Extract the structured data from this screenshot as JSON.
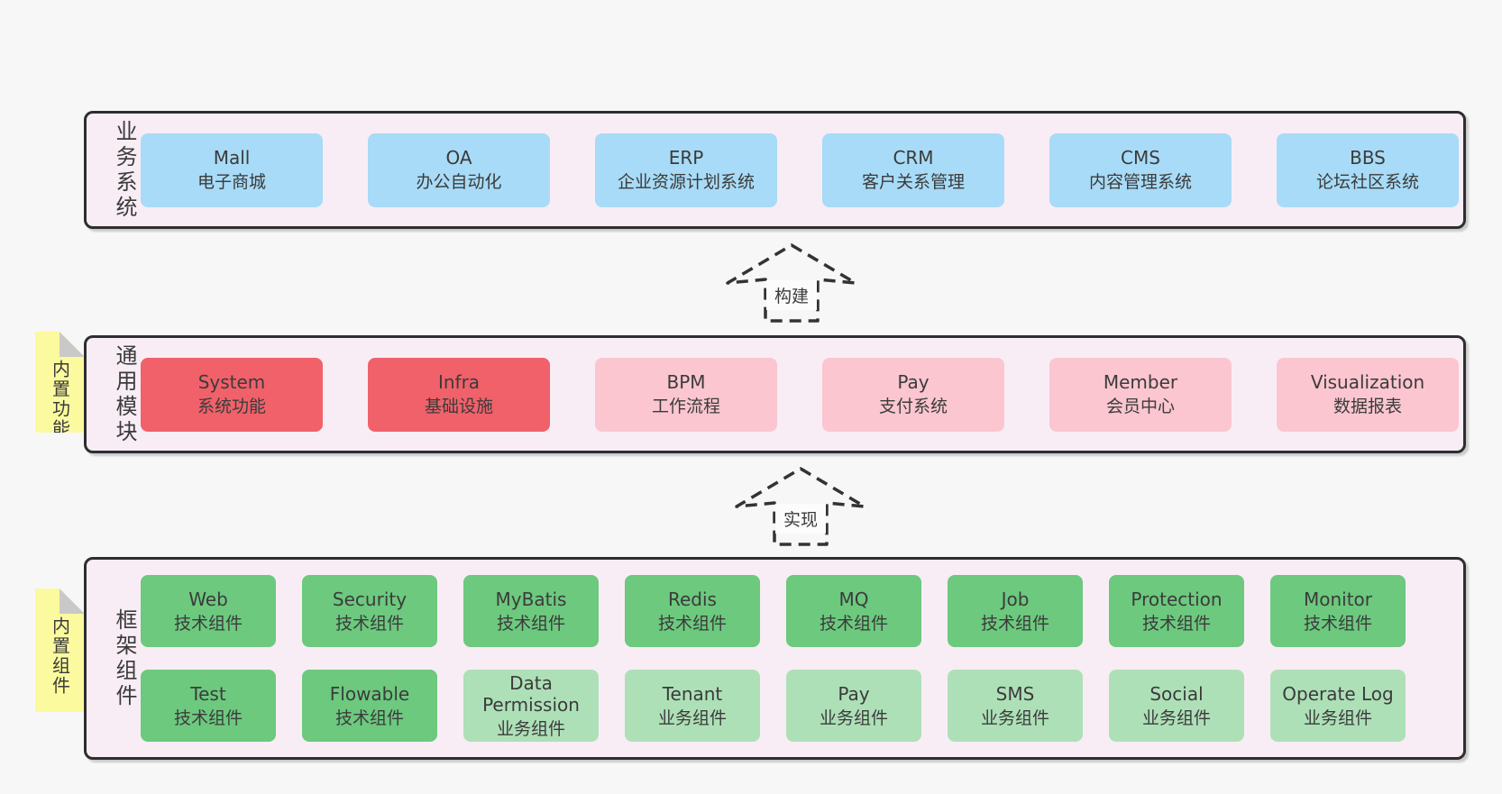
{
  "colors": {
    "bg": "#F7F7F7",
    "panel": "#F8EDF5",
    "border": "#2E2E2E",
    "text": "#3B3B3B",
    "blue": "#A8DBF7",
    "red": "#F0616A",
    "pink": "#FBC6D0",
    "green": "#6CC97E",
    "lightgreen": "#AEE0B8",
    "yellow": "#FBFA9E",
    "fold": "#C9C9C9",
    "arrow": "#333333"
  },
  "arrows": [
    {
      "label": "构建"
    },
    {
      "label": "实现"
    }
  ],
  "layers": {
    "business": {
      "label": "业务系统",
      "boxes": [
        {
          "en": "Mall",
          "zh": "电子商城",
          "variant": "blue"
        },
        {
          "en": "OA",
          "zh": "办公自动化",
          "variant": "blue"
        },
        {
          "en": "ERP",
          "zh": "企业资源计划系统",
          "variant": "blue"
        },
        {
          "en": "CRM",
          "zh": "客户关系管理",
          "variant": "blue"
        },
        {
          "en": "CMS",
          "zh": "内容管理系统",
          "variant": "blue"
        },
        {
          "en": "BBS",
          "zh": "论坛社区系统",
          "variant": "blue"
        }
      ]
    },
    "modules": {
      "label": "通用模块",
      "sticky": "内置功能",
      "boxes": [
        {
          "en": "System",
          "zh": "系统功能",
          "variant": "red"
        },
        {
          "en": "Infra",
          "zh": "基础设施",
          "variant": "red"
        },
        {
          "en": "BPM",
          "zh": "工作流程",
          "variant": "pink"
        },
        {
          "en": "Pay",
          "zh": "支付系统",
          "variant": "pink"
        },
        {
          "en": "Member",
          "zh": "会员中心",
          "variant": "pink"
        },
        {
          "en": "Visualization",
          "zh": "数据报表",
          "variant": "pink"
        }
      ]
    },
    "framework": {
      "label": "框架组件",
      "sticky": "内置组件",
      "row1": [
        {
          "en": "Web",
          "zh": "技术组件",
          "variant": "green"
        },
        {
          "en": "Security",
          "zh": "技术组件",
          "variant": "green"
        },
        {
          "en": "MyBatis",
          "zh": "技术组件",
          "variant": "green"
        },
        {
          "en": "Redis",
          "zh": "技术组件",
          "variant": "green"
        },
        {
          "en": "MQ",
          "zh": "技术组件",
          "variant": "green"
        },
        {
          "en": "Job",
          "zh": "技术组件",
          "variant": "green"
        },
        {
          "en": "Protection",
          "zh": "技术组件",
          "variant": "green"
        },
        {
          "en": "Monitor",
          "zh": "技术组件",
          "variant": "green"
        }
      ],
      "row2": [
        {
          "en": "Test",
          "zh": "技术组件",
          "variant": "green"
        },
        {
          "en": "Flowable",
          "zh": "技术组件",
          "variant": "green"
        },
        {
          "en": "Data Permission",
          "zh": "业务组件",
          "variant": "light-green"
        },
        {
          "en": "Tenant",
          "zh": "业务组件",
          "variant": "light-green"
        },
        {
          "en": "Pay",
          "zh": "业务组件",
          "variant": "light-green"
        },
        {
          "en": "SMS",
          "zh": "业务组件",
          "variant": "light-green"
        },
        {
          "en": "Social",
          "zh": "业务组件",
          "variant": "light-green"
        },
        {
          "en": "Operate Log",
          "zh": "业务组件",
          "variant": "light-green"
        }
      ]
    }
  }
}
